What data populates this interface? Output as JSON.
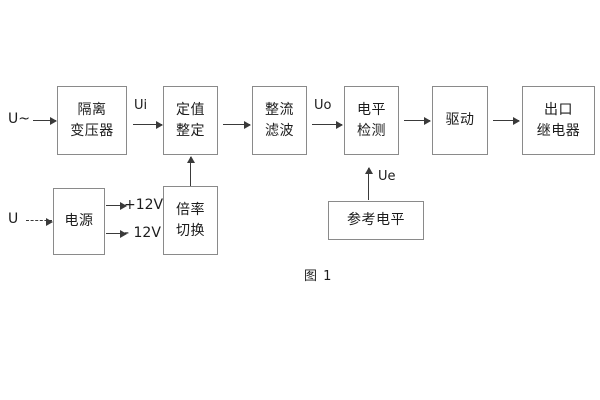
{
  "diagram": {
    "caption": "图 1",
    "boxes": {
      "isolation_transformer": {
        "line1": "隔离",
        "line2": "变压器"
      },
      "setting_value": {
        "line1": "定值",
        "line2": "整定"
      },
      "rectify_filter": {
        "line1": "整流",
        "line2": "滤波"
      },
      "level_detect": {
        "line1": "电平",
        "line2": "检测"
      },
      "drive": {
        "line1": "驱动"
      },
      "output_relay": {
        "line1": "出口",
        "line2": "继电器"
      },
      "power_supply": {
        "line1": "电源"
      },
      "multiplier_switch": {
        "line1": "倍率",
        "line2": "切换"
      },
      "reference_level": {
        "line1": "参考电平"
      }
    },
    "signals": {
      "input_ac": "U~",
      "input_dc": "U",
      "ui": "Ui",
      "uo": "Uo",
      "ue": "Ue",
      "rail_positive": "+12V",
      "rail_negative": "- 12V"
    }
  }
}
